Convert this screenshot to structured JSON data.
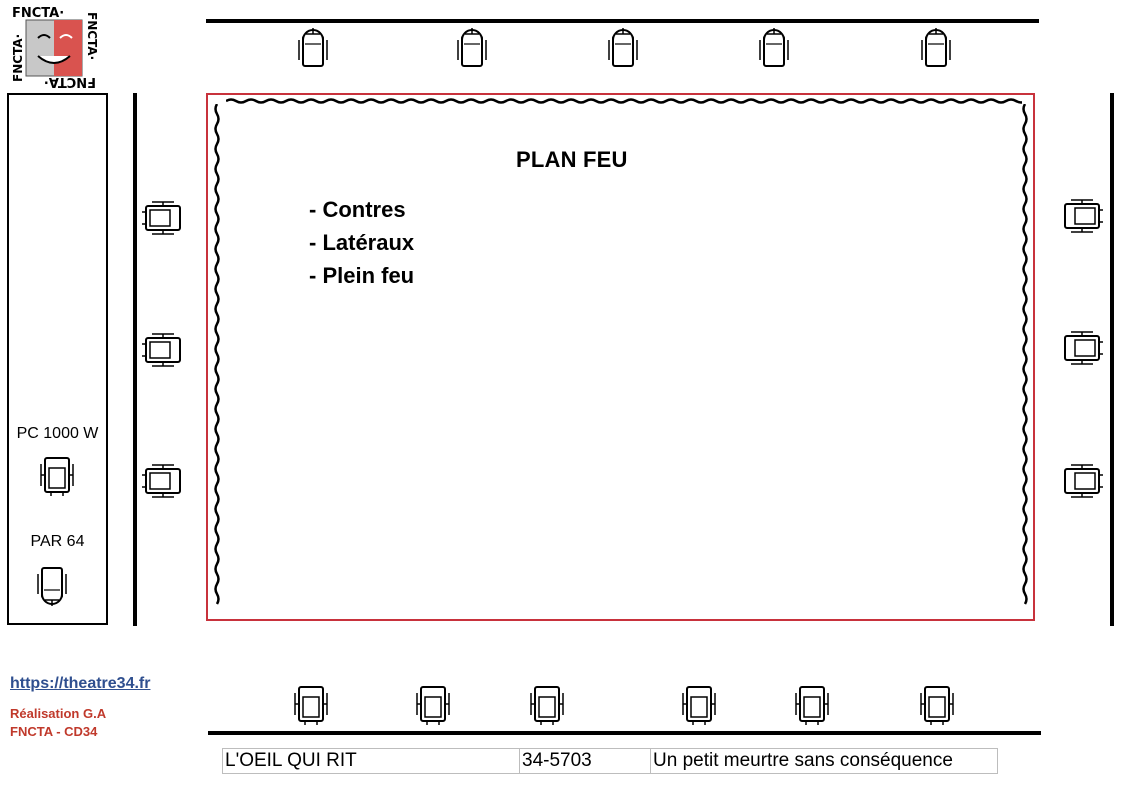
{
  "title": "PLAN FEU",
  "list": [
    "- Contres",
    "- Latéraux",
    "- Plein feu"
  ],
  "legend": {
    "pc_label": "PC 1000 W",
    "par_label": "PAR 64"
  },
  "logo": {
    "text": "FNCTA·"
  },
  "link": "https://theatre34.fr",
  "credits": [
    "Réalisation G.A",
    "FNCTA - CD34"
  ],
  "footer": {
    "troupe": "L'OEIL QUI RIT",
    "code": "34-5703",
    "play": "Un petit meurtre sans conséquence"
  },
  "colors": {
    "stage_border": "#c8323c",
    "link": "#2f4f8f",
    "credit": "#c0392b",
    "logo_red": "#d9534f"
  }
}
